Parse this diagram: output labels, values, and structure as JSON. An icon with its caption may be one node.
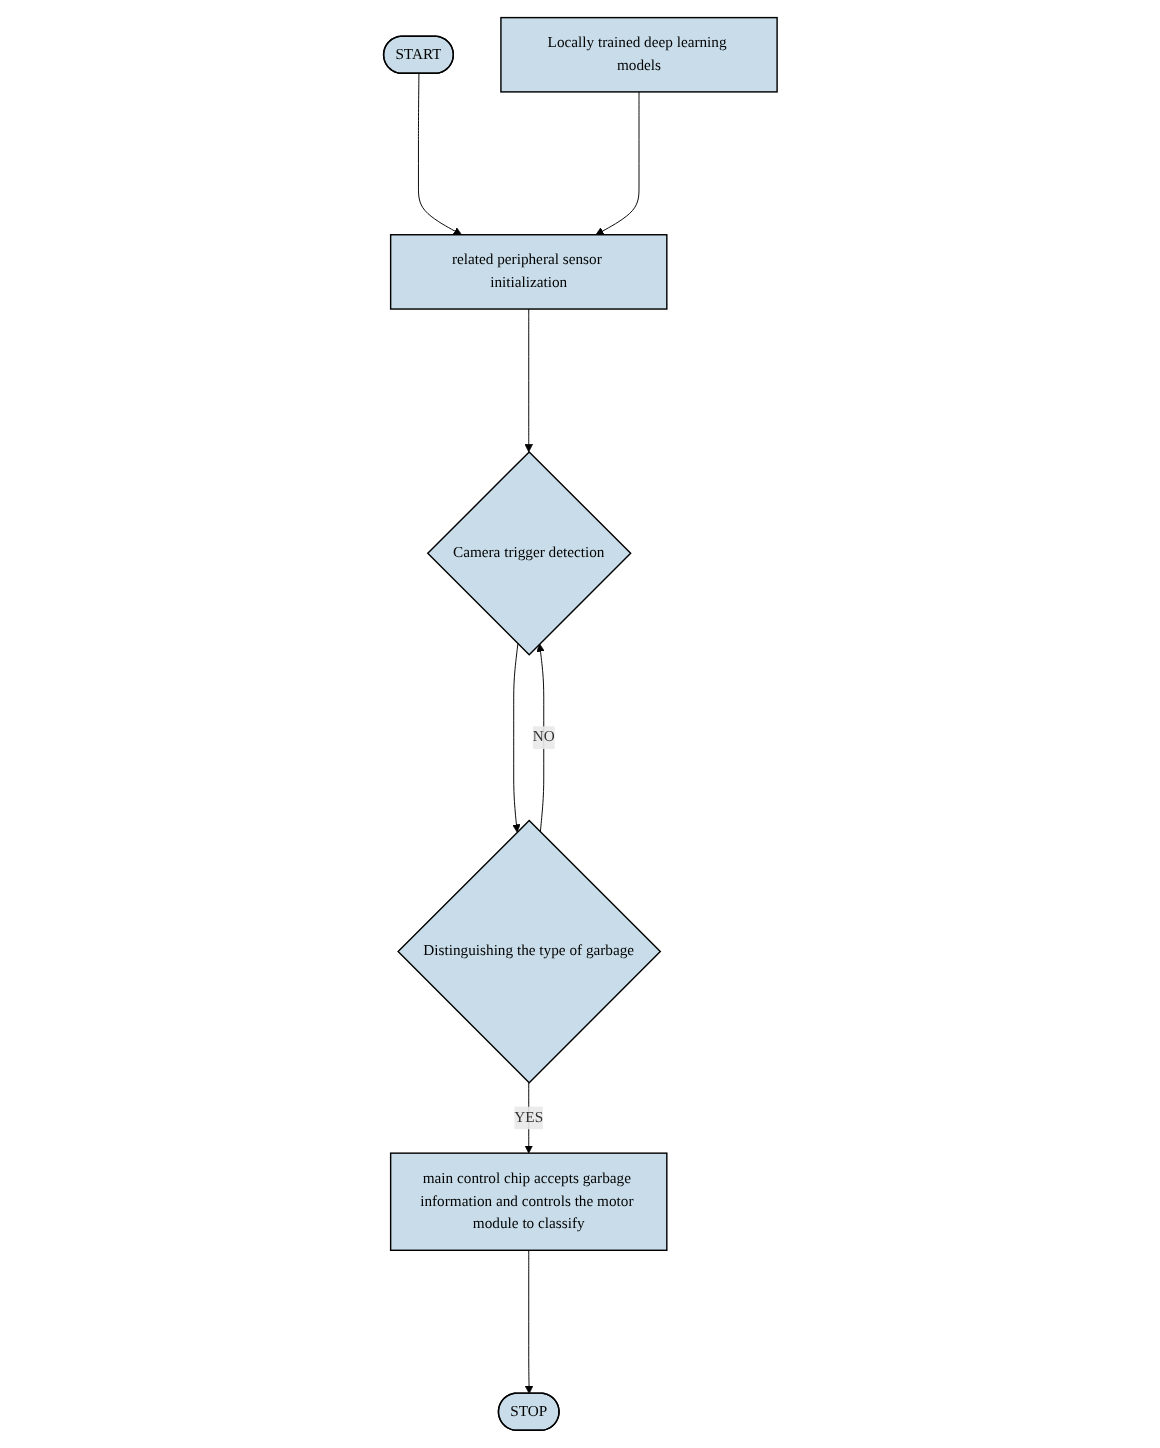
{
  "diagram": {
    "nodes": [
      {
        "text": [
          "START"
        ]
      },
      {
        "text": [
          "Locally trained deep learning models"
        ]
      },
      {
        "text": [
          "related peripheral sensor initialization"
        ]
      },
      {
        "text": [
          "Camera trigger detection"
        ]
      },
      {
        "text": [
          "Distinguishing the type of garbage"
        ]
      },
      {
        "text": [
          "main control chip accepts garbage information and controls the motor module to classify"
        ]
      },
      {
        "text": [
          "STOP"
        ]
      }
    ],
    "edges": [
      {
        "from": 0,
        "to": 2,
        "arrow": "to"
      },
      {
        "from": 1,
        "to": 2,
        "arrow": "to"
      },
      {
        "from": 2,
        "to": 3,
        "arrow": "to"
      },
      {
        "from": 3,
        "to": 4,
        "arrow": "to"
      },
      {
        "from": 4,
        "to": 3,
        "arrow": "to",
        "label": "NO"
      },
      {
        "from": 4,
        "to": 5,
        "arrow": "to",
        "label": "YES"
      },
      {
        "from": 5,
        "to": 6,
        "arrow": "to"
      }
    ]
  }
}
